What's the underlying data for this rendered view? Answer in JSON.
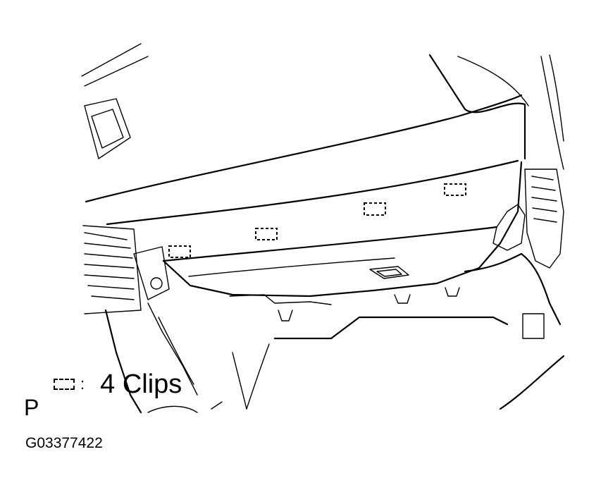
{
  "legend": {
    "symbol": "clip-mark-icon",
    "separator": ":",
    "text": "4 Clips"
  },
  "view_label": "P",
  "figure_id": "G03377422",
  "clip_marks_count": 4
}
